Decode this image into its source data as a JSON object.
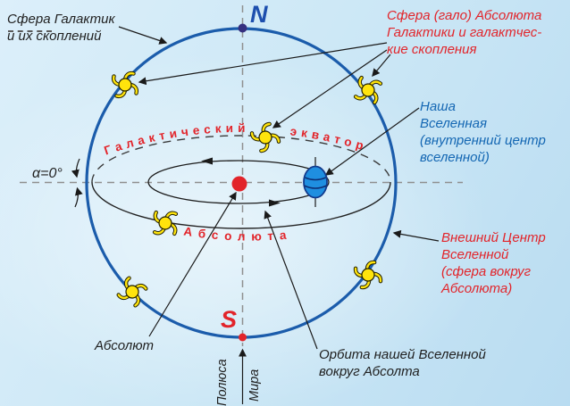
{
  "diagram": {
    "labels": {
      "galaxy_sphere": {
        "line1": "Сфера Галактик",
        "line2": "и их скоплений"
      },
      "halo": {
        "line1": "Сфера (гало) Абсолюта",
        "line2": "Галактики и галактчес-",
        "line3": "кие скопления"
      },
      "our_universe": {
        "line1": "Наша",
        "line2": "Вселенная",
        "line3": "(внутренний центр",
        "line4": "вселенной)"
      },
      "outer_center": {
        "line1": "Внешний Центр",
        "line2": "Вселенной",
        "line3": "(сфера вокруг",
        "line4": "Абсолюта)"
      },
      "absolute": "Абсолют",
      "orbit": {
        "line1": "Орбита нашей Вселенной",
        "line2": "вокруг Абсолта"
      },
      "world_poles": {
        "word1": "Полюса",
        "word2": "Мира"
      },
      "alpha": "α=0°",
      "north": "N",
      "south": "S"
    },
    "arc_text": {
      "equator_word1": "Галактический",
      "equator_word2": "экватор",
      "bottom_word": "Абсолюта"
    },
    "icons": {
      "galaxy": "galaxy-icon",
      "universe_sphere": "our-universe-sphere",
      "absolute_core": "absolute-core-dot"
    },
    "colors": {
      "accent_red": "#e2242a",
      "accent_blue": "#1467b3",
      "outer_sphere_blue": "#1b5cab",
      "galaxy_yellow": "#ffe40c",
      "north_dot": "#35307f",
      "background_light_blue": "#cde8f6"
    }
  }
}
